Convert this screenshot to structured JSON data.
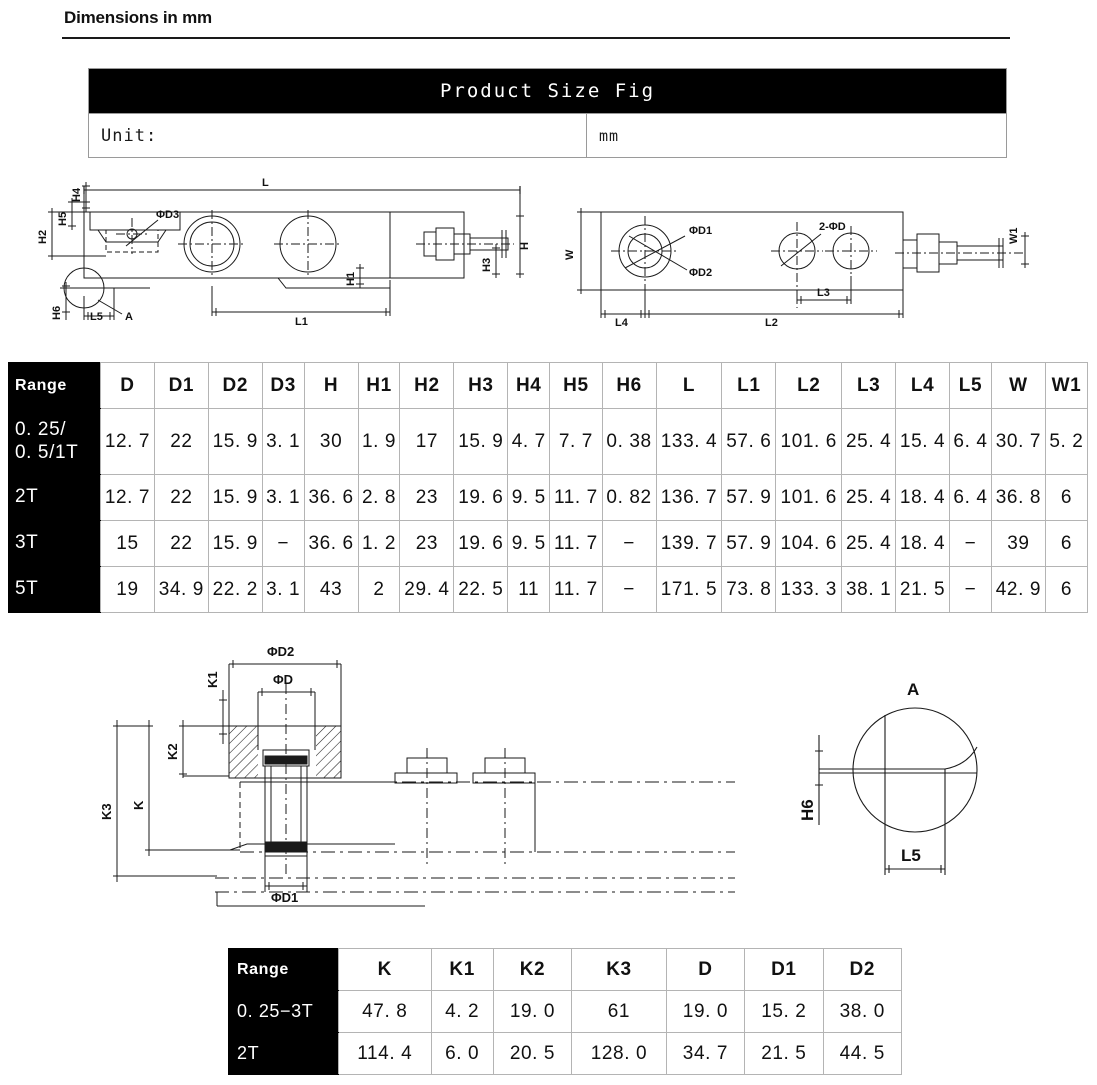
{
  "page": {
    "heading": "Dimensions in mm"
  },
  "product_size_fig": {
    "title": "Product Size Fig",
    "unit_label": "Unit:",
    "unit_value": "mm"
  },
  "drawings": {
    "side_view": {
      "name": "side-elevation-view",
      "labels": [
        "L",
        "L1",
        "H",
        "H1",
        "H2",
        "H3",
        "H4",
        "H5",
        "H6",
        "L5",
        "A",
        "ΦD3"
      ]
    },
    "top_view": {
      "name": "plan-view",
      "labels": [
        "W",
        "W1",
        "L2",
        "L3",
        "L4",
        "ΦD1",
        "ΦD2",
        "2-ΦD"
      ]
    },
    "mount_detail": {
      "name": "mounting-assembly-section",
      "labels": [
        "ΦD",
        "ΦD1",
        "ΦD2",
        "K",
        "K1",
        "K2",
        "K3"
      ]
    },
    "detail_a": {
      "name": "detail-a-view",
      "labels": [
        "A",
        "H6",
        "L5"
      ]
    }
  },
  "main_dim_table": {
    "columns": [
      "Range",
      "D",
      "D1",
      "D2",
      "D3",
      "H",
      "H1",
      "H2",
      "H3",
      "H4",
      "H5",
      "H6",
      "L",
      "L1",
      "L2",
      "L3",
      "L4",
      "L5",
      "W",
      "W1"
    ],
    "rows": [
      {
        "range": "0. 25/\n0. 5/1T",
        "values": [
          "12. 7",
          "22",
          "15. 9",
          "3. 1",
          "30",
          "1. 9",
          "17",
          "15. 9",
          "4. 7",
          "7. 7",
          "0. 38",
          "133. 4",
          "57. 6",
          "101. 6",
          "25. 4",
          "15. 4",
          "6. 4",
          "30. 7",
          "5. 2"
        ]
      },
      {
        "range": "2T",
        "values": [
          "12. 7",
          "22",
          "15. 9",
          "3. 1",
          "36. 6",
          "2. 8",
          "23",
          "19. 6",
          "9. 5",
          "11. 7",
          "0. 82",
          "136. 7",
          "57. 9",
          "101. 6",
          "25. 4",
          "18. 4",
          "6. 4",
          "36. 8",
          "6"
        ]
      },
      {
        "range": "3T",
        "values": [
          "15",
          "22",
          "15. 9",
          "−",
          "36. 6",
          "1. 2",
          "23",
          "19. 6",
          "9. 5",
          "11. 7",
          "−",
          "139. 7",
          "57. 9",
          "104. 6",
          "25. 4",
          "18. 4",
          "−",
          "39",
          "6"
        ]
      },
      {
        "range": "5T",
        "values": [
          "19",
          "34. 9",
          "22. 2",
          "3. 1",
          "43",
          "2",
          "29. 4",
          "22. 5",
          "11",
          "11. 7",
          "−",
          "171. 5",
          "73. 8",
          "133. 3",
          "38. 1",
          "21. 5",
          "−",
          "42. 9",
          "6"
        ]
      }
    ]
  },
  "k_dim_table": {
    "columns": [
      "Range",
      "K",
      "K1",
      "K2",
      "K3",
      "D",
      "D1",
      "D2"
    ],
    "rows": [
      {
        "range": "0. 25−3T",
        "values": [
          "47. 8",
          "4. 2",
          "19. 0",
          "61",
          "19. 0",
          "15. 2",
          "38. 0"
        ]
      },
      {
        "range": "2T",
        "values": [
          "114. 4",
          "6. 0",
          "20. 5",
          "128. 0",
          "34. 7",
          "21. 5",
          "44. 5"
        ]
      }
    ]
  },
  "colors": {
    "header_fill": "#000000",
    "header_text": "#ffffff",
    "grid_line": "#b4b4b4",
    "drawing_line": "#1a1a1a"
  }
}
